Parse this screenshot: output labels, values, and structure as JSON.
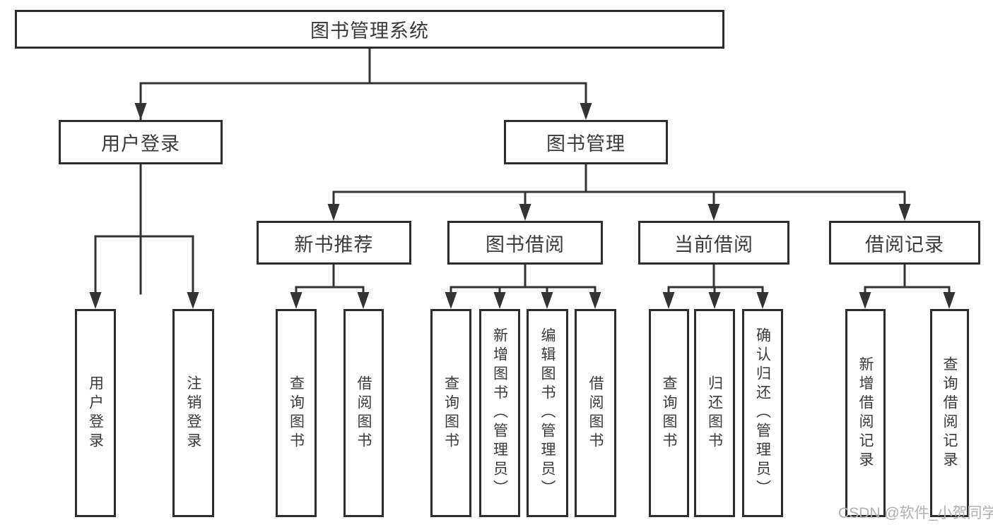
{
  "diagram": {
    "root": {
      "label": "图书管理系统"
    },
    "user": {
      "label": "用户登录",
      "children": [
        {
          "label": "用户登录"
        },
        {
          "label": "注销登录"
        }
      ]
    },
    "mgmt": {
      "label": "图书管理",
      "groups": [
        {
          "label": "新书推荐",
          "children": [
            {
              "label": "查询图书"
            },
            {
              "label": "借阅图书"
            }
          ]
        },
        {
          "label": "图书借阅",
          "children": [
            {
              "label": "查询图书"
            },
            {
              "label": "新增图书（管理员）"
            },
            {
              "label": "编辑图书（管理员）"
            },
            {
              "label": "借阅图书"
            }
          ]
        },
        {
          "label": "当前借阅",
          "children": [
            {
              "label": "查询图书"
            },
            {
              "label": "归还图书"
            },
            {
              "label": "确认归还（管理员）"
            }
          ]
        },
        {
          "label": "借阅记录",
          "children": [
            {
              "label": "新增借阅记录"
            },
            {
              "label": "查询借阅记录"
            }
          ]
        }
      ]
    }
  },
  "watermark": {
    "text": "CSDN @软件_小贺同学"
  },
  "colors": {
    "line": "#333333",
    "box_border": "#2d2d2d",
    "text": "#3a3a3a",
    "watermark": "#b0b0b0",
    "background": "#ffffff"
  }
}
